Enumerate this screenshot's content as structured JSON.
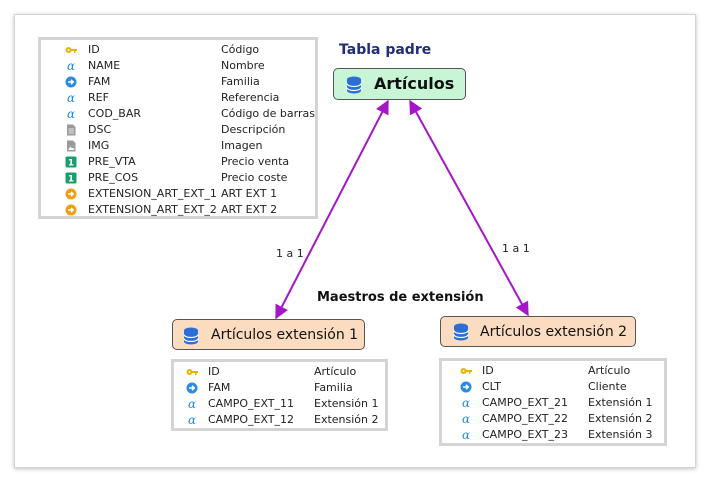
{
  "parent_table": {
    "heading": "Tabla padre",
    "name": "Artículos",
    "fields": [
      {
        "icon": "key-icon",
        "name": "ID",
        "desc": "Código"
      },
      {
        "icon": "alpha-icon",
        "name": "NAME",
        "desc": "Nombre"
      },
      {
        "icon": "arrow-right-circle-icon",
        "name": "FAM",
        "desc": "Familia"
      },
      {
        "icon": "alpha-icon",
        "name": "REF",
        "desc": "Referencia"
      },
      {
        "icon": "alpha-icon",
        "name": "COD_BAR",
        "desc": "Código de barras"
      },
      {
        "icon": "document-icon",
        "name": "DSC",
        "desc": "Descripción"
      },
      {
        "icon": "image-icon",
        "name": "IMG",
        "desc": "Imagen"
      },
      {
        "icon": "number-icon",
        "name": "PRE_VTA",
        "desc": "Precio venta"
      },
      {
        "icon": "number-icon",
        "name": "PRE_COS",
        "desc": "Precio coste"
      },
      {
        "icon": "extension-link-icon",
        "name": "EXTENSION_ART_EXT_1",
        "desc": "ART EXT 1"
      },
      {
        "icon": "extension-link-icon",
        "name": "EXTENSION_ART_EXT_2",
        "desc": "ART EXT 2"
      }
    ]
  },
  "extensions_heading": "Maestros de extensión",
  "extension_1": {
    "name": "Artículos extensión 1",
    "relation": "1 a 1",
    "fields": [
      {
        "icon": "key-icon",
        "name": "ID",
        "desc": "Artículo"
      },
      {
        "icon": "arrow-right-circle-icon",
        "name": "FAM",
        "desc": "Familia"
      },
      {
        "icon": "alpha-icon",
        "name": "CAMPO_EXT_11",
        "desc": "Extensión 1"
      },
      {
        "icon": "alpha-icon",
        "name": "CAMPO_EXT_12",
        "desc": "Extensión 2"
      }
    ]
  },
  "extension_2": {
    "name": "Artículos extensión 2",
    "relation": "1 a 1",
    "fields": [
      {
        "icon": "key-icon",
        "name": "ID",
        "desc": "Artículo"
      },
      {
        "icon": "arrow-right-circle-icon",
        "name": "CLT",
        "desc": "Cliente"
      },
      {
        "icon": "alpha-icon",
        "name": "CAMPO_EXT_21",
        "desc": "Extensión 1"
      },
      {
        "icon": "alpha-icon",
        "name": "CAMPO_EXT_22",
        "desc": "Extensión 2"
      },
      {
        "icon": "alpha-icon",
        "name": "CAMPO_EXT_23",
        "desc": "Extensión 3"
      }
    ]
  },
  "colors": {
    "parent_fill": "#c8f5d6",
    "extension_fill": "#fbdcc0",
    "edge": "#a616c8",
    "heading": "#1f2d7a",
    "icon_blue": "#2b8be0",
    "icon_orange": "#f39c12",
    "icon_green": "#1a9c6b",
    "icon_key": "#e8b400"
  }
}
